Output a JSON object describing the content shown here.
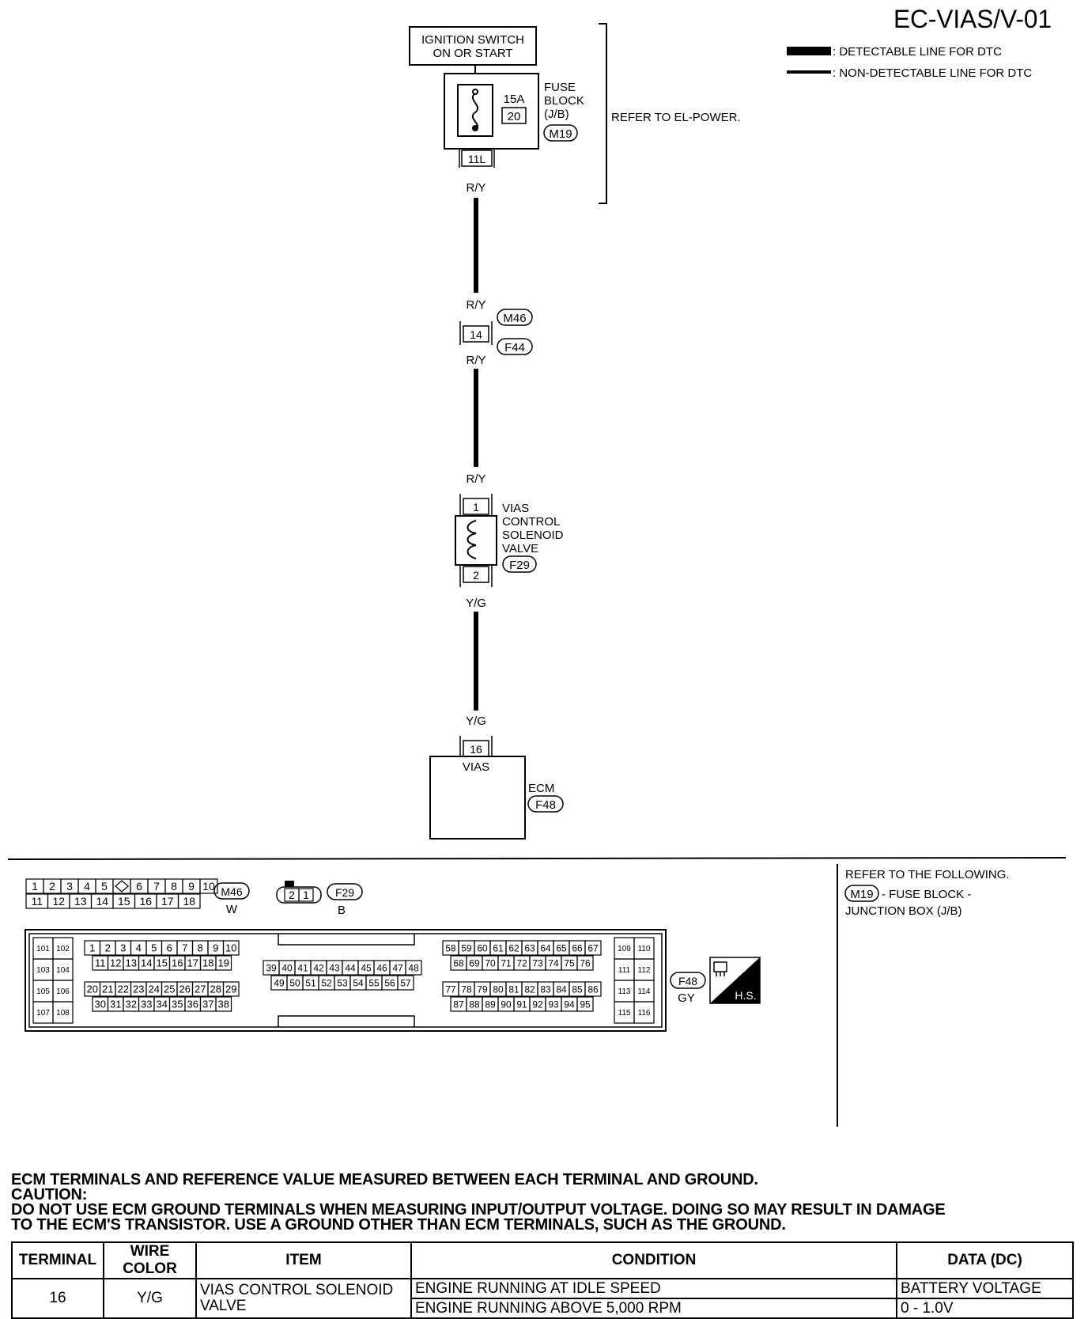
{
  "page_title": "EC-VIAS/V-01",
  "legend": {
    "detectable": ": DETECTABLE LINE FOR DTC",
    "non_detectable": ": NON-DETECTABLE LINE FOR DTC"
  },
  "ignition": {
    "line1": "IGNITION SWITCH",
    "line2": "ON OR START"
  },
  "fuse_block": {
    "amp": "15A",
    "number": "20",
    "label1": "FUSE",
    "label2": "BLOCK",
    "label3": "(J/B)",
    "connector": "M19",
    "terminal": "11L"
  },
  "refer_power": "REFER TO EL-POWER.",
  "wires": {
    "ry": "R/Y",
    "yg": "Y/G"
  },
  "joint": {
    "terminal": "14",
    "connector_top": "M46",
    "connector_bottom": "F44"
  },
  "solenoid": {
    "terminal_top": "1",
    "terminal_bottom": "2",
    "label1": "VIAS",
    "label2": "CONTROL",
    "label3": "SOLENOID",
    "label4": "VALVE",
    "connector": "F29"
  },
  "ecm": {
    "terminal": "16",
    "pin_label": "VIAS",
    "label": "ECM",
    "connector": "F48"
  },
  "connectors": {
    "m46": {
      "id": "M46",
      "color": "W",
      "row1": [
        "1",
        "2",
        "3",
        "4",
        "5",
        "",
        "6",
        "7",
        "8",
        "9",
        "10"
      ],
      "row2": [
        "11",
        "12",
        "13",
        "14",
        "15",
        "16",
        "17",
        "18"
      ]
    },
    "f29": {
      "id": "F29",
      "color": "B",
      "pins": [
        "2",
        "1"
      ]
    },
    "f48": {
      "id": "F48",
      "color": "GY",
      "hs_label": "H.S.",
      "left_col_a": [
        "101",
        "103",
        "105",
        "107"
      ],
      "left_col_b": [
        "102",
        "104",
        "106",
        "108"
      ],
      "g1_r1": [
        "1",
        "2",
        "3",
        "4",
        "5",
        "6",
        "7",
        "8",
        "9",
        "10"
      ],
      "g1_r2": [
        "11",
        "12",
        "13",
        "14",
        "15",
        "16",
        "17",
        "18",
        "19"
      ],
      "g1_r3": [
        "20",
        "21",
        "22",
        "23",
        "24",
        "25",
        "26",
        "27",
        "28",
        "29"
      ],
      "g1_r4": [
        "30",
        "31",
        "32",
        "33",
        "34",
        "35",
        "36",
        "37",
        "38"
      ],
      "g2_r1": [
        "39",
        "40",
        "41",
        "42",
        "43",
        "44",
        "45",
        "46",
        "47",
        "48"
      ],
      "g2_r2": [
        "49",
        "50",
        "51",
        "52",
        "53",
        "54",
        "55",
        "56",
        "57"
      ],
      "g3_r1": [
        "58",
        "59",
        "60",
        "61",
        "62",
        "63",
        "64",
        "65",
        "66",
        "67"
      ],
      "g3_r2": [
        "68",
        "69",
        "70",
        "71",
        "72",
        "73",
        "74",
        "75",
        "76"
      ],
      "g3_r3": [
        "77",
        "78",
        "79",
        "80",
        "81",
        "82",
        "83",
        "84",
        "85",
        "86"
      ],
      "g3_r4": [
        "87",
        "88",
        "89",
        "90",
        "91",
        "92",
        "93",
        "94",
        "95"
      ],
      "right_col_a": [
        "109",
        "111",
        "113",
        "115"
      ],
      "right_col_b": [
        "110",
        "112",
        "114",
        "116"
      ]
    }
  },
  "refer_following": {
    "title": "REFER TO THE FOLLOWING.",
    "connector": "M19",
    "line1": "- FUSE BLOCK -",
    "line2": "JUNCTION BOX (J/B)"
  },
  "caption": {
    "line1": "ECM TERMINALS AND REFERENCE VALUE MEASURED BETWEEN EACH TERMINAL AND  GROUND.",
    "line2": "CAUTION:",
    "line3": "DO NOT USE ECM GROUND TERMINALS WHEN MEASURING INPUT/OUTPUT VOLTAGE. DOING SO MAY RESULT IN DAMAGE",
    "line4": "TO THE ECM'S TRANSISTOR. USE A GROUND OTHER THAN ECM TERMINALS, SUCH AS THE GROUND."
  },
  "table": {
    "headers": [
      "TERMINAL",
      "WIRE COLOR",
      "ITEM",
      "CONDITION",
      "DATA (DC)"
    ],
    "terminal": "16",
    "wire_color": "Y/G",
    "item": "VIAS CONTROL SOLENOID VALVE",
    "conditions": [
      {
        "condition": "ENGINE RUNNING AT IDLE SPEED",
        "data": "BATTERY VOLTAGE"
      },
      {
        "condition": "ENGINE RUNNING ABOVE 5,000 RPM",
        "data": "0 - 1.0V"
      }
    ]
  }
}
